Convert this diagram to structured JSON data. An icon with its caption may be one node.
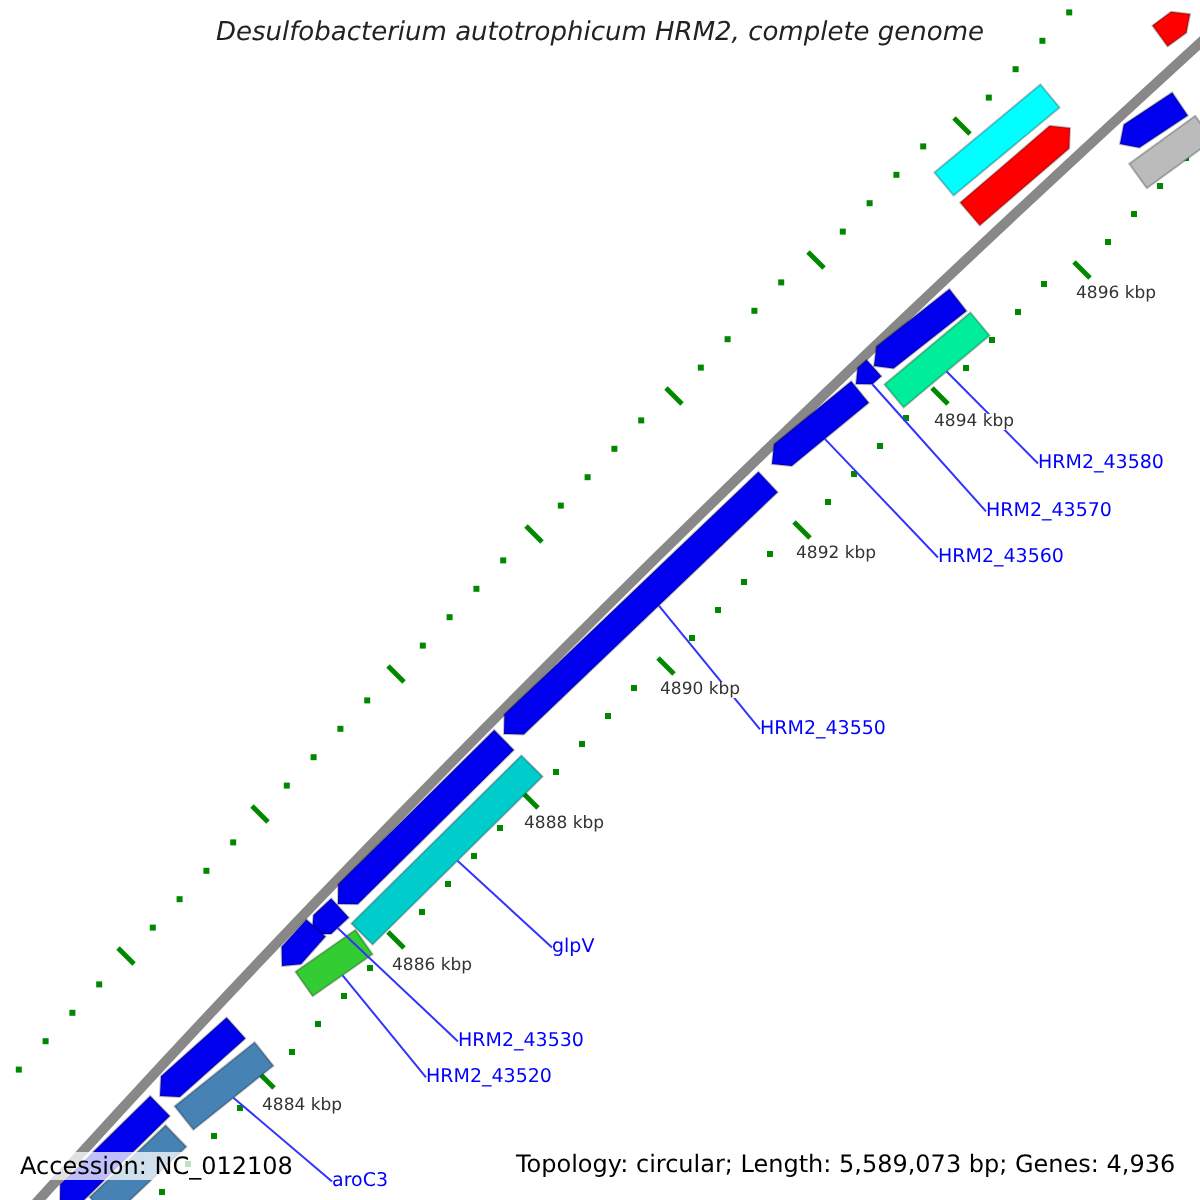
{
  "diagram": {
    "title": "Desulfobacterium autotrophicum HRM2, complete genome",
    "nodes": [
      {
        "text": [
          "HRM2_43580"
        ]
      },
      {
        "text": [
          "HRM2_43570"
        ]
      },
      {
        "text": [
          "HRM2_43560"
        ]
      },
      {
        "text": [
          "HRM2_43550"
        ]
      },
      {
        "text": [
          "glpV"
        ]
      },
      {
        "text": [
          "HRM2_43530"
        ]
      },
      {
        "text": [
          "HRM2_43520"
        ]
      },
      {
        "text": [
          "aroC3"
        ]
      },
      {
        "text": [],
        "shape": "arrow"
      },
      {
        "text": [],
        "shape": "bar"
      },
      {
        "text": [],
        "shape": "arrow"
      },
      {
        "text": [],
        "shape": "arrow"
      },
      {
        "text": [],
        "shape": "bar"
      },
      {
        "text": [],
        "shape": "arrow"
      },
      {
        "text": [],
        "shape": "bar"
      },
      {
        "text": [],
        "shape": "arrow"
      },
      {
        "text": [],
        "shape": "arrow"
      },
      {
        "text": [],
        "shape": "arrow"
      },
      {
        "text": [],
        "shape": "arrow"
      },
      {
        "text": [],
        "shape": "bar"
      },
      {
        "text": [],
        "shape": "arrow"
      },
      {
        "text": [],
        "shape": "arrow"
      },
      {
        "text": [],
        "shape": "bar"
      },
      {
        "text": [],
        "shape": "arrow"
      },
      {
        "text": [],
        "shape": "bar"
      },
      {
        "text": [],
        "shape": "arrow"
      },
      {
        "text": [],
        "shape": "bar"
      }
    ],
    "edges": [
      {
        "from": 0,
        "to": 14,
        "arrow": "none"
      },
      {
        "from": 1,
        "to": 15,
        "arrow": "none"
      },
      {
        "from": 2,
        "to": 16,
        "arrow": "none"
      },
      {
        "from": 3,
        "to": 17,
        "arrow": "none"
      },
      {
        "from": 4,
        "to": 19,
        "arrow": "none"
      },
      {
        "from": 5,
        "to": 20,
        "arrow": "none"
      },
      {
        "from": 6,
        "to": 22,
        "arrow": "none"
      },
      {
        "from": 7,
        "to": 24,
        "arrow": "none"
      }
    ],
    "labels": [
      "4896 kbp",
      "4894 kbp",
      "4892 kbp",
      "4890 kbp",
      "4888 kbp",
      "4886 kbp",
      "4884 kbp",
      "Accession: NC_012108",
      "Topology: circular; Length: 5,589,073 bp; Genes: 4,936"
    ]
  }
}
